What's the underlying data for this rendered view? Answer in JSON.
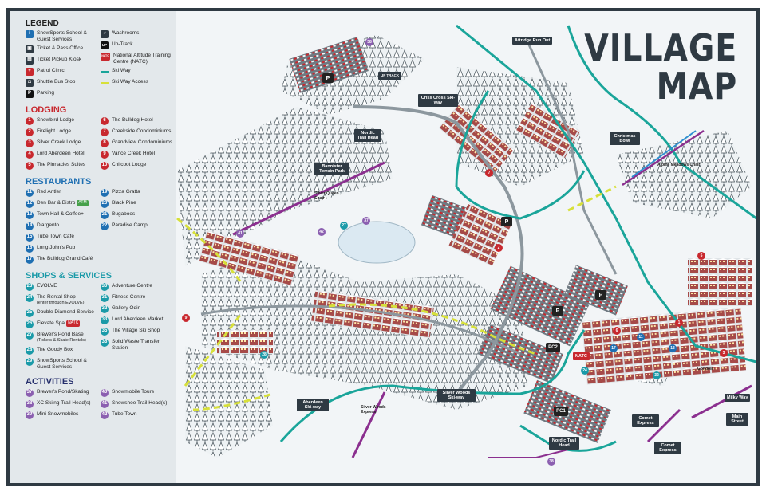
{
  "title": {
    "line1": "VILLAGE",
    "line2": "MAP"
  },
  "colors": {
    "lodging": "#c8282e",
    "restaurants": "#1f6fb2",
    "shops": "#1a9aa8",
    "activities": "#8b5fb0",
    "ski_way": "#1aa59a",
    "ski_way_access": "#d7e03a",
    "frame": "#2f3a43"
  },
  "legend": {
    "title": "LEGEND",
    "items": [
      {
        "icon": "info-icon",
        "label": "SnowSports School & Guest Services"
      },
      {
        "icon": "ticket-icon",
        "label": "Ticket & Pass Office"
      },
      {
        "icon": "kiosk-icon",
        "label": "Ticket Pickup Kiosk"
      },
      {
        "icon": "first-aid-icon",
        "label": "Patrol Clinic"
      },
      {
        "icon": "bus-icon",
        "label": "Shuttle Bus Stop"
      },
      {
        "icon": "parking-icon",
        "label": "Parking",
        "glyph": "P"
      },
      {
        "icon": "washroom-icon",
        "label": "Washrooms"
      },
      {
        "icon": "uptrack-icon",
        "label": "Up-Track",
        "glyph": "UP"
      },
      {
        "icon": "natc-icon",
        "label": "National Altitude Training Centre (NATC)",
        "glyph": "NATC"
      },
      {
        "icon": "ski-way-line",
        "label": "Ski Way"
      },
      {
        "icon": "ski-way-access-line",
        "label": "Ski Way Access"
      }
    ]
  },
  "lodging": {
    "title": "LODGING",
    "items": [
      {
        "n": "1",
        "label": "Snowbird Lodge"
      },
      {
        "n": "2",
        "label": "Firelight Lodge"
      },
      {
        "n": "3",
        "label": "Silver Creek Lodge"
      },
      {
        "n": "4",
        "label": "Lord Aberdeen Hotel"
      },
      {
        "n": "5",
        "label": "The Pinnacles Suites"
      },
      {
        "n": "6",
        "label": "The Bulldog Hotel"
      },
      {
        "n": "7",
        "label": "Creekside Condominiums"
      },
      {
        "n": "8",
        "label": "Grandview Condominiums"
      },
      {
        "n": "9",
        "label": "Vance Creek Hotel"
      },
      {
        "n": "10",
        "label": "Chilcoot Lodge"
      }
    ]
  },
  "restaurants": {
    "title": "RESTAURANTS",
    "items": [
      {
        "n": "11",
        "label": "Red Antler"
      },
      {
        "n": "12",
        "label": "Den Bar & Bistro",
        "badge": "ATM"
      },
      {
        "n": "13",
        "label": "Town Hall & Coffee+"
      },
      {
        "n": "14",
        "label": "D'argento"
      },
      {
        "n": "15",
        "label": "Tube Town Café"
      },
      {
        "n": "16",
        "label": "Long John's Pub"
      },
      {
        "n": "17",
        "label": "The Bulldog Grand Café"
      },
      {
        "n": "19",
        "label": "Pizza Gratta"
      },
      {
        "n": "20",
        "label": "Black Pine"
      },
      {
        "n": "21",
        "label": "Bugaboos"
      },
      {
        "n": "22",
        "label": "Paradise Camp"
      }
    ]
  },
  "shops": {
    "title": "SHOPS & SERVICES",
    "items": [
      {
        "n": "23",
        "label": "EVOLVE"
      },
      {
        "n": "24",
        "label": "The Rental Shop",
        "sub": "(enter through EVOLVE)"
      },
      {
        "n": "25",
        "label": "Double Diamond Service"
      },
      {
        "n": "26",
        "label": "Elevate Spa",
        "badge": "NATC"
      },
      {
        "n": "27",
        "label": "Brewer's Pond Base",
        "sub": "(Tickets & Skate Rentals)"
      },
      {
        "n": "28",
        "label": "The Goody Box"
      },
      {
        "n": "29",
        "label": "SnowSports School & Guest Services"
      },
      {
        "n": "30",
        "label": "Adventure Centre"
      },
      {
        "n": "31",
        "label": "Fitness Centre"
      },
      {
        "n": "32",
        "label": "Gallery Odin"
      },
      {
        "n": "33",
        "label": "Lord Aberdeen Market"
      },
      {
        "n": "35",
        "label": "The Village Ski Shop"
      },
      {
        "n": "36",
        "label": "Solid Waste Transfer Station"
      }
    ]
  },
  "activities": {
    "title": "ACTIVITIES",
    "items": [
      {
        "n": "37",
        "label": "Brewer's Pond/Skating"
      },
      {
        "n": "38",
        "label": "XC Skiing Trail Head(s)"
      },
      {
        "n": "39",
        "label": "Mini Snowmobiles"
      },
      {
        "n": "40",
        "label": "Snowmobile Tours"
      },
      {
        "n": "41",
        "label": "Snowshoe Trail Head(s)"
      },
      {
        "n": "42",
        "label": "Tube Town"
      }
    ]
  },
  "map_labels": {
    "attridge": "Attridge Run Out",
    "criss_cross": "Criss Cross Ski-way",
    "nordic_top": "Nordic Trail Head",
    "bannister": "Bannister Terrain Park",
    "christmas": "Christmas Bowl",
    "alpine": "Alpine Meadows Chair",
    "silver_queen": "Silver Queen Chair",
    "aberdeen": "Aberdeen Ski-way",
    "silver_woods_express": "Silver Woods Express",
    "silver_woods_skiway": "Silver Woods Ski-way",
    "nordic_bottom": "Nordic Trail Head",
    "comet_express_1": "Comet Express",
    "comet_express_2": "Comet Express",
    "gondola": "Gondola",
    "milky_way": "Milky Way",
    "main_street": "Main Street",
    "up_track": "UP TRACK",
    "natc": "NATC",
    "parking": [
      "P",
      "P",
      "P",
      "P",
      "PC2",
      "PC1"
    ]
  }
}
